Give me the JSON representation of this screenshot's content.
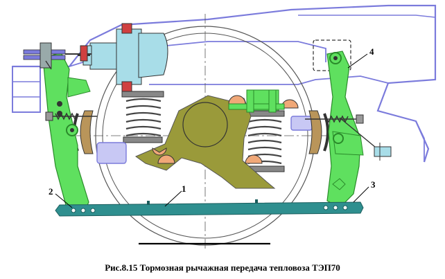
{
  "labels": {
    "l1": "1",
    "l2": "2",
    "l3": "3",
    "l4": "4"
  },
  "caption": "Рис.8.15  Тормозная рычажная передача тепловоза ТЭП70",
  "colors": {
    "frame": "#7b7bdc",
    "frame_fill": "#f0f0ff",
    "lever": "#5fe05f",
    "lever_dark": "#2a8a2a",
    "rod": "#2f8f8f",
    "axlebox": "#a8dde8",
    "bolster": "#9a9a3a",
    "spring": "#444444",
    "shoe": "#b9955a",
    "pad": "#f0a878",
    "pin": "#d04040"
  }
}
